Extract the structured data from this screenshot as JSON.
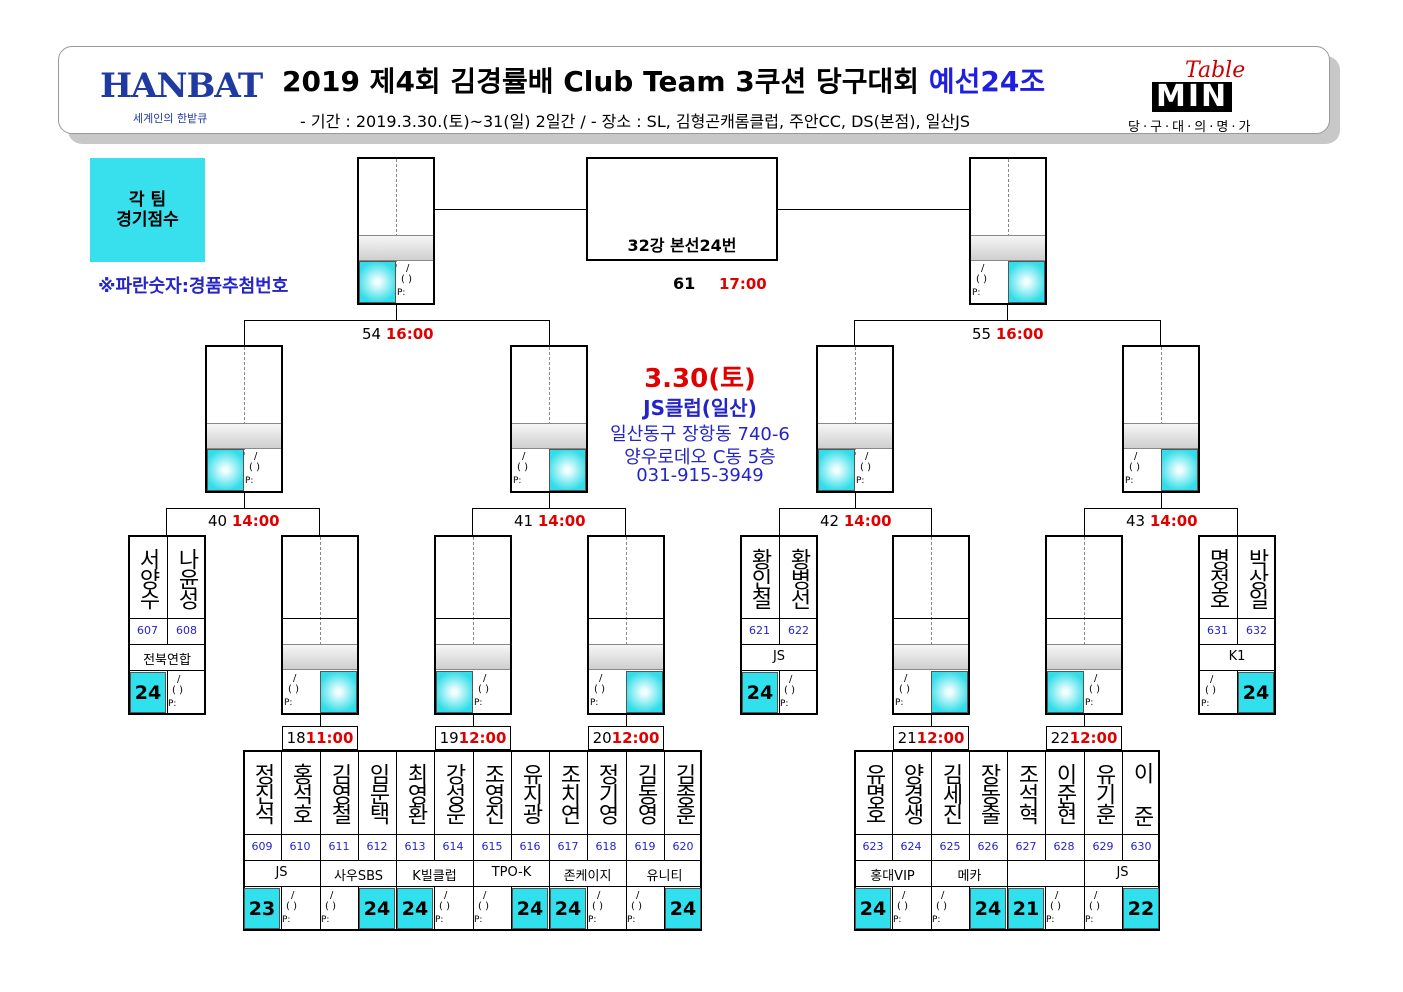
{
  "header": {
    "logo": "HANBAT",
    "logo_sub": "세계인의 한밭큐",
    "title_main": "2019 제4회 김경률배 Club Team 3쿠션 당구대회",
    "title_group": "예선24조",
    "period": "- 기간 : 2019.3.30.(토)~31(일) 2일간 / - 장소 : SL, 김형곤캐롬클럽, 주안CC, DS(본점), 일산JS",
    "sponsor_top": "Table",
    "sponsor_logo": "MIN",
    "sponsor_sub": "당·구·대·의·명·가"
  },
  "legend": {
    "line1": "각 팀",
    "line2": "경기점수"
  },
  "note": "※파란숫자:경품추첨번호",
  "final": {
    "label": "32강 본선24번",
    "game": "61",
    "time": "17:00"
  },
  "semis": [
    {
      "game": "54",
      "time": "16:00"
    },
    {
      "game": "55",
      "time": "16:00"
    }
  ],
  "venue": {
    "date": "3.30(토)",
    "name": "JS클럽(일산)",
    "addr1": "일산동구 장항동 740-6",
    "addr2": "양우로데오 C동 5층",
    "phone": "031-915-3949"
  },
  "quarters": [
    {
      "game": "40",
      "time": "14:00"
    },
    {
      "game": "41",
      "time": "14:00"
    },
    {
      "game": "42",
      "time": "14:00"
    },
    {
      "game": "43",
      "time": "14:00"
    }
  ],
  "r1_games": [
    {
      "game": "18",
      "time": "11:00"
    },
    {
      "game": "19",
      "time": "12:00"
    },
    {
      "game": "20",
      "time": "12:00"
    },
    {
      "game": "21",
      "time": "12:00"
    },
    {
      "game": "22",
      "time": "12:00"
    }
  ],
  "seeded": [
    {
      "p1": "서양수",
      "p2": "나윤성",
      "n1": "607",
      "n2": "608",
      "team": "전북연합",
      "score": "24"
    },
    {
      "p1": "황인철",
      "p2": "황병선",
      "n1": "621",
      "n2": "622",
      "team": "JS",
      "score": "24"
    },
    {
      "p1": "명정호",
      "p2": "박상일",
      "n1": "631",
      "n2": "632",
      "team": "K1",
      "score": "24"
    }
  ],
  "bottom_left": {
    "names": [
      "정진석",
      "홍석호",
      "김영철",
      "임문택",
      "최영환",
      "강성운",
      "조영진",
      "유지광",
      "조치연",
      "정기영",
      "김동영",
      "김종훈"
    ],
    "nums": [
      "609",
      "610",
      "611",
      "612",
      "613",
      "614",
      "615",
      "616",
      "617",
      "618",
      "619",
      "620"
    ],
    "teams": [
      "JS",
      "사우SBS",
      "K빌클럽",
      "TPO-K",
      "존케이지",
      "유니티"
    ],
    "scores": [
      "23",
      "",
      "",
      "24",
      "24",
      "",
      "",
      "24",
      "24",
      "",
      "",
      "24"
    ]
  },
  "bottom_right": {
    "names": [
      "유명호",
      "양경생",
      "김세진",
      "장동출",
      "조석혁",
      "이준현",
      "유기훈",
      "이 준"
    ],
    "nums": [
      "623",
      "624",
      "625",
      "626",
      "627",
      "628",
      "629",
      "630"
    ],
    "teams": [
      "홍대VIP",
      "메카",
      "",
      "JS"
    ],
    "scores": [
      "24",
      "",
      "",
      "24",
      "21",
      "",
      "",
      "22"
    ]
  },
  "empty_result": {
    "slash": "/",
    "paren": "( )",
    "p": "P:"
  },
  "colors": {
    "time": "#e00000",
    "blue_text": "#2424c8",
    "cyan": "#30e0ec"
  }
}
